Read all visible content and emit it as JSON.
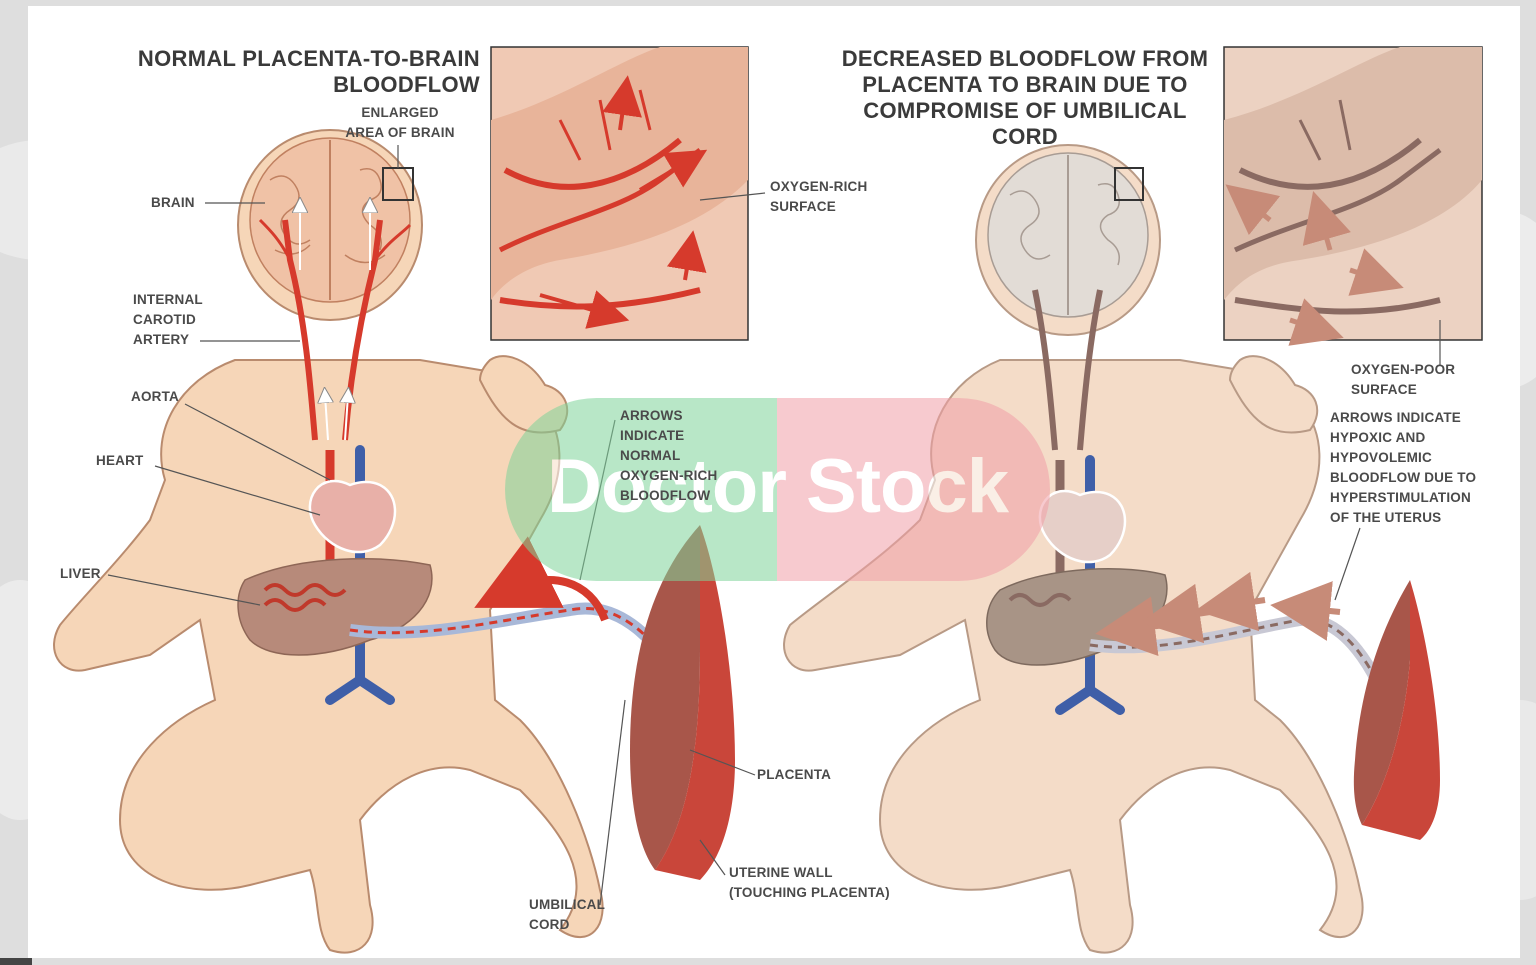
{
  "titles": {
    "left": "NORMAL PLACENTA-TO-BRAIN BLOODFLOW",
    "right": "DECREASED BLOODFLOW FROM PLACENTA TO BRAIN DUE TO COMPROMISE OF UMBILICAL CORD"
  },
  "labels": {
    "enlarged_area": "ENLARGED\nAREA OF BRAIN",
    "brain": "BRAIN",
    "internal_carotid": "INTERNAL\nCAROTID\nARTERY",
    "aorta": "AORTA",
    "heart": "HEART",
    "liver": "LIVER",
    "oxygen_rich_surface": "OXYGEN-RICH\nSURFACE",
    "arrows_normal": "ARROWS\nINDICATE\nNORMAL\nOXYGEN-RICH\nBLOODFLOW",
    "placenta": "PLACENTA",
    "uterine_wall": "UTERINE WALL\n(TOUCHING PLACENTA)",
    "umbilical_cord": "UMBILICAL\nCORD",
    "oxygen_poor_surface": "OXYGEN-POOR\nSURFACE",
    "arrows_hypoxic": "ARROWS INDICATE\nHYPOXIC AND\nHYPOVOLEMIC\nBLOODFLOW DUE TO\nHYPERSTIMULATION\nOF THE UTERUS"
  },
  "watermark": {
    "text": "Doctor Stock"
  },
  "colors": {
    "skin": "#f6d6b8",
    "skin_outline": "#b98b6e",
    "artery_oxygen_rich": "#d63a2c",
    "artery_oxygen_poor": "#8a6a62",
    "vein": "#3f5fa8",
    "brain_normal": "#f0c2a6",
    "brain_pale": "#e2dcd6",
    "uterine_wall": "#c9463a",
    "placenta": "#a8564a",
    "text": "#3a3a3a"
  }
}
